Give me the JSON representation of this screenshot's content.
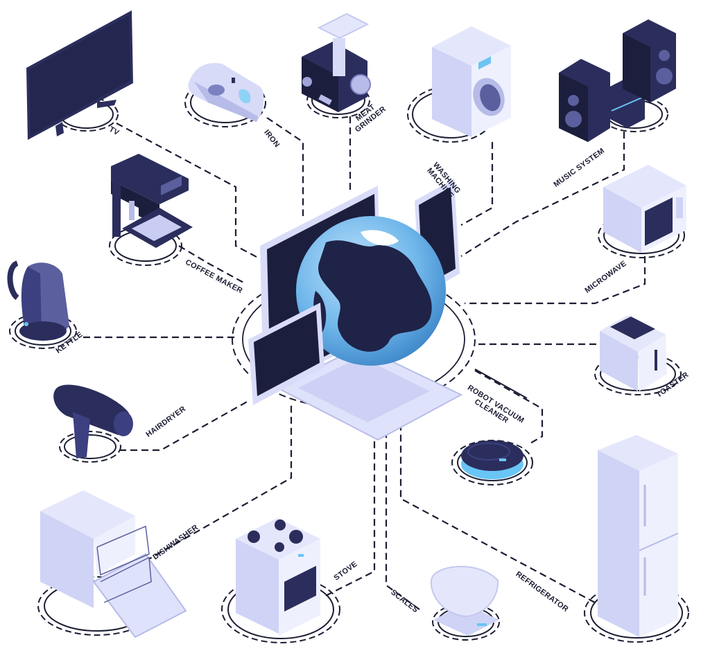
{
  "diagram": {
    "type": "hub-and-spoke infographic",
    "hub": {
      "label": "",
      "icon": "globe-with-devices-icon",
      "description": "Earth globe over laptop, tablet and smartphone"
    },
    "colors": {
      "dark": "#2b2e5c",
      "darker": "#1c1e3d",
      "mid": "#5b5f9e",
      "light": "#c9cdf3",
      "lighter": "#e4e6fb",
      "accent": "#69c5f5",
      "globe": "#6fb6ea",
      "line": "#1b1d33"
    },
    "nodes": [
      {
        "id": "tv",
        "label": "TV"
      },
      {
        "id": "iron",
        "label": "IRON"
      },
      {
        "id": "meat-grinder",
        "label": "MEAT GRINDER"
      },
      {
        "id": "washing-machine",
        "label": "WASHING MACHINE"
      },
      {
        "id": "music-system",
        "label": "MUSIC SYSTEM"
      },
      {
        "id": "coffee-maker",
        "label": "COFFEE MAKER"
      },
      {
        "id": "microwave",
        "label": "MICROWAVE"
      },
      {
        "id": "kettle",
        "label": "KETTLE"
      },
      {
        "id": "toaster",
        "label": "TOASTER"
      },
      {
        "id": "hairdryer",
        "label": "HAIRDRYER"
      },
      {
        "id": "robot-vacuum-cleaner",
        "label": "ROBOT VACUUM CLEANER"
      },
      {
        "id": "dishwasher",
        "label": "DISHWASHER"
      },
      {
        "id": "stove",
        "label": "STOVE"
      },
      {
        "id": "scales",
        "label": "SCALES"
      },
      {
        "id": "refrigerator",
        "label": "REFRIGERATOR"
      }
    ]
  },
  "labels": {
    "tv": "TV",
    "iron": "IRON",
    "meat_grinder_1": "MEAT",
    "meat_grinder_2": "GRINDER",
    "washing_machine_1": "WASHING",
    "washing_machine_2": "MACHINE",
    "music_system": "MUSIC SYSTEM",
    "coffee_maker": "COFFEE MAKER",
    "microwave": "MICROWAVE",
    "kettle": "KETTLE",
    "toaster": "TOASTER",
    "hairdryer": "HAIRDRYER",
    "robot_vacuum_1": "ROBOT VACUUM",
    "robot_vacuum_2": "CLEANER",
    "dishwasher": "DISHWASHER",
    "stove": "STOVE",
    "scales": "SCALES",
    "refrigerator": "REFRIGERATOR"
  }
}
